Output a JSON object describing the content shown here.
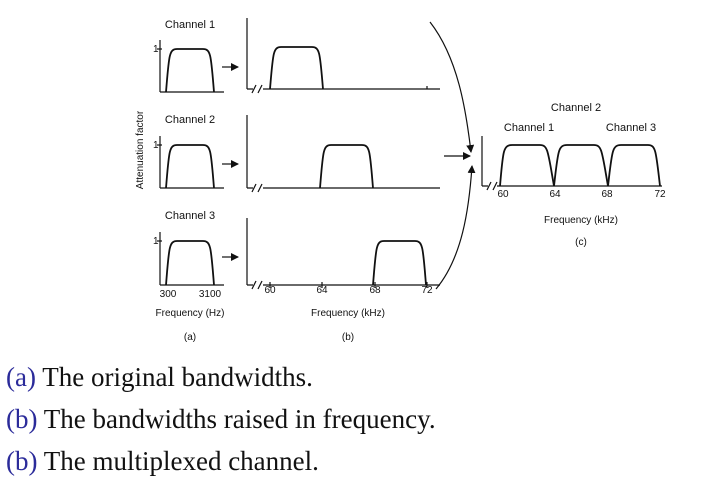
{
  "figure": {
    "ylabel": "Attenuation factor",
    "one": "1",
    "a": {
      "channels": [
        "Channel 1",
        "Channel 2",
        "Channel 3"
      ],
      "ticks": [
        "300",
        "3100"
      ],
      "xlabel": "Frequency (Hz)",
      "panel": "(a)"
    },
    "b": {
      "ticks": [
        "60",
        "64",
        "68",
        "72"
      ],
      "xlabel": "Frequency (kHz)",
      "panel": "(b)"
    },
    "c": {
      "channels": [
        "Channel 1",
        "Channel 2",
        "Channel 3"
      ],
      "ticks": [
        "60",
        "64",
        "68",
        "72"
      ],
      "xlabel": "Frequency (kHz)",
      "panel": "(c)"
    }
  },
  "captions": [
    {
      "label": "(a)",
      "text": " The original bandwidths."
    },
    {
      "label": "(b)",
      "text": " The bandwidths raised in frequency."
    },
    {
      "label": "(b)",
      "text": " The multiplexed channel."
    }
  ],
  "colors": {
    "ink": "#111111",
    "caption_label": "#2b2b9a"
  }
}
